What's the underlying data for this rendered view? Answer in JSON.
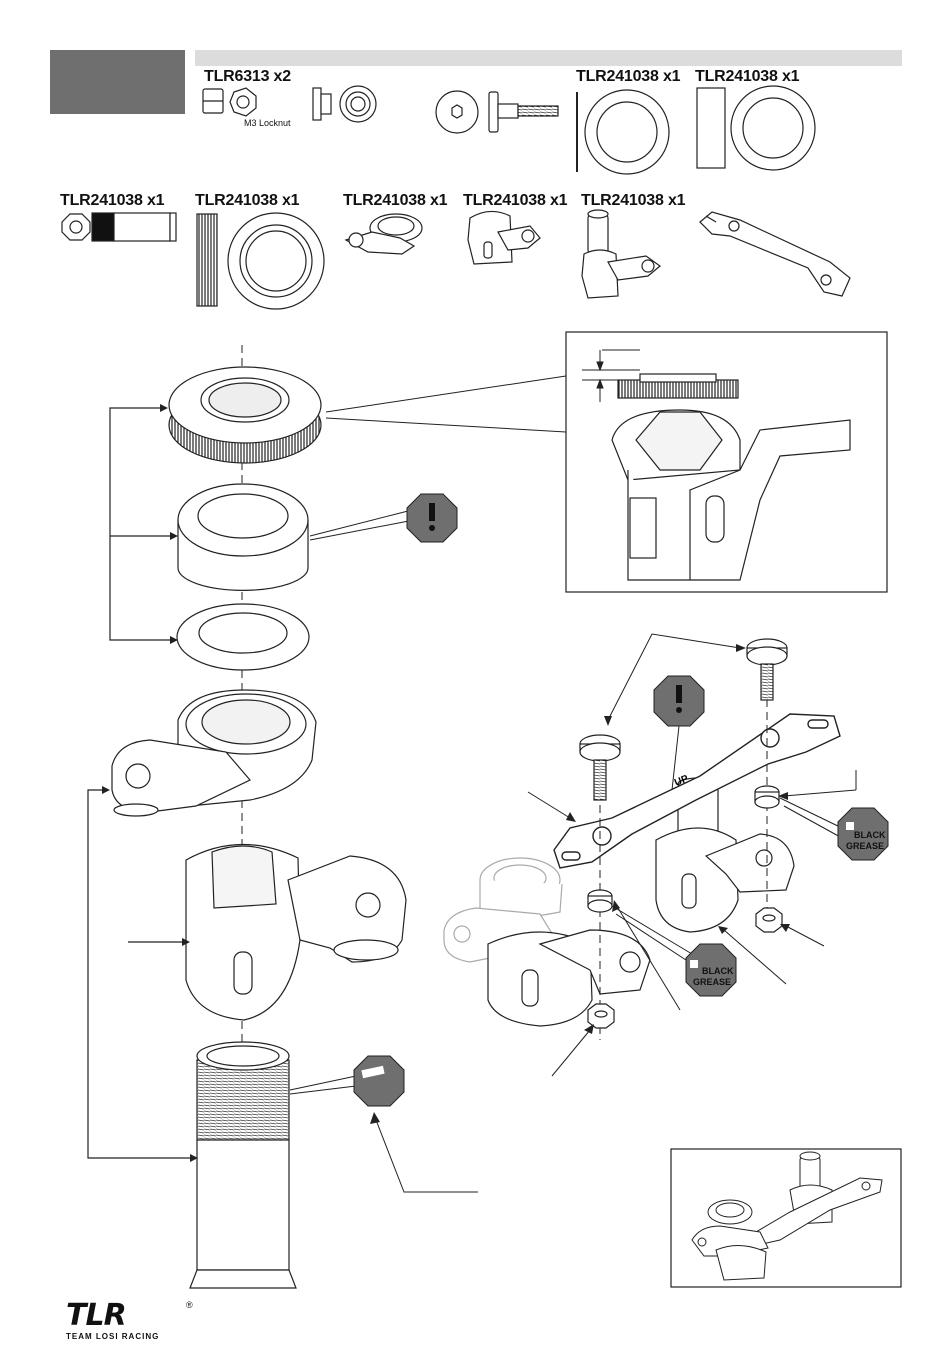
{
  "header": {
    "accent_color": "#6f6f6f",
    "bar_color": "#dcdcdc"
  },
  "parts_row1": {
    "label_a": "TLR6313 x2",
    "locknut_caption": "M3 Locknut",
    "label_b": "TLR241038 x1",
    "label_c": "TLR241038 x1"
  },
  "parts_row2": {
    "labels": [
      "TLR241038 x1",
      "TLR241038 x1",
      "TLR241038 x1",
      "TLR241038 x1",
      "TLR241038 x1"
    ]
  },
  "callouts": {
    "grease_line1": "BLACK",
    "grease_line2": "GREASE",
    "arm_text": "UP"
  },
  "brand": {
    "logo_text": "TLR",
    "tagline": "TEAM LOSI RACING",
    "reg_mark": "®"
  }
}
